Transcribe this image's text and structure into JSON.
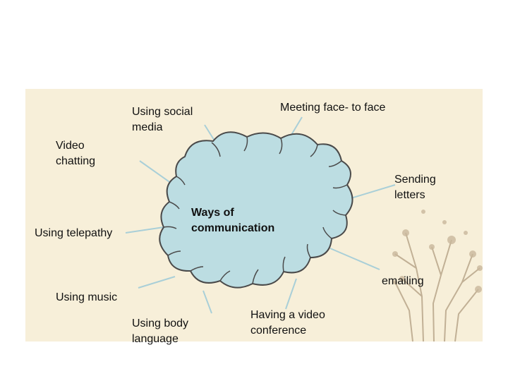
{
  "diagram": {
    "center": {
      "line1": "Ways of",
      "line2": "communication"
    },
    "labels": {
      "social_media_1": "Using social",
      "social_media_2": "media",
      "face_to_face": "Meeting face- to face",
      "video_chatting_1": "Video",
      "video_chatting_2": "chatting",
      "sending_letters_1": "Sending",
      "sending_letters_2": "letters",
      "telepathy": "Using telepathy",
      "emailing": "emailing",
      "music": "Using music",
      "body_language_1": "Using body",
      "body_language_2": "language",
      "video_conference_1": "Having a video",
      "video_conference_2": "conference"
    },
    "colors": {
      "cloud_fill": "#bcdde2",
      "cloud_stroke": "#4a4a4a",
      "connector": "#a9cfd8",
      "panel": "#f7efd9"
    }
  }
}
